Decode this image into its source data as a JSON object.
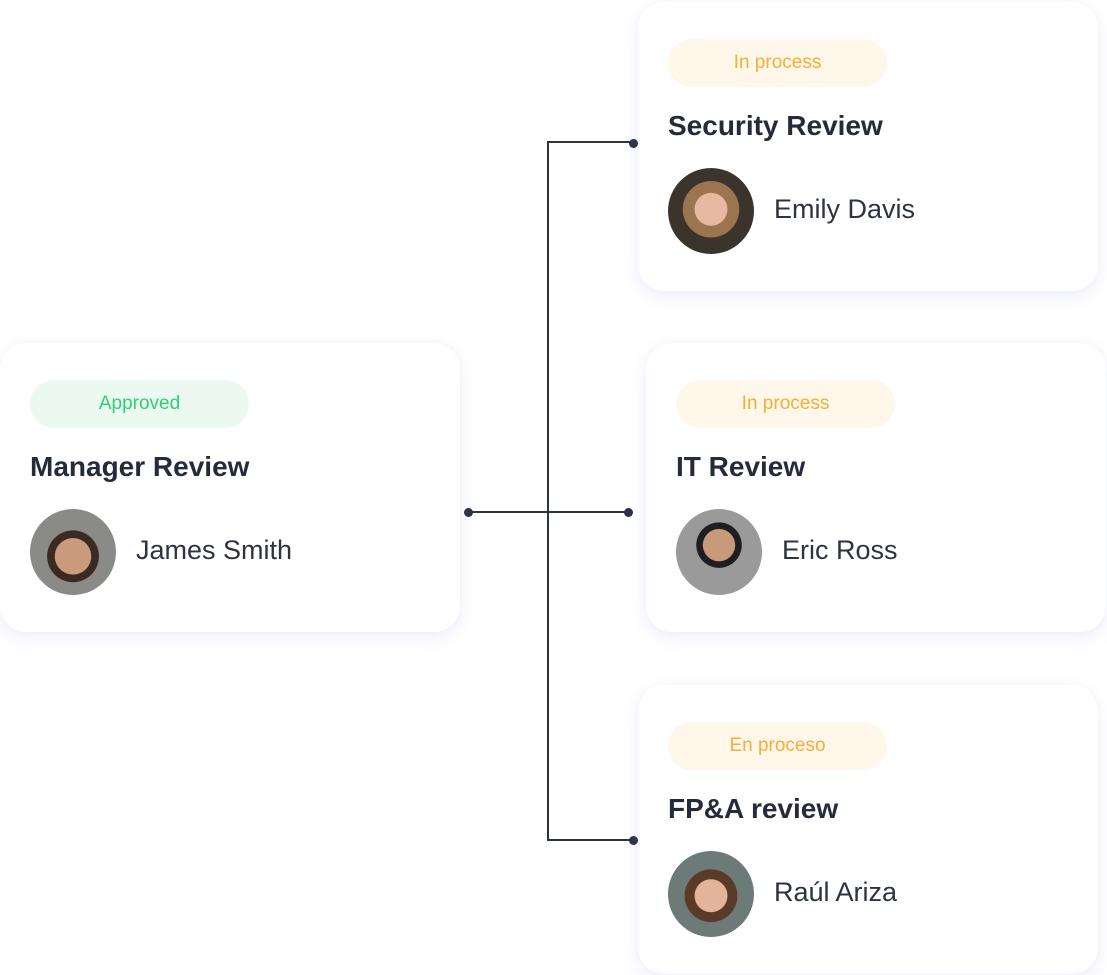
{
  "cards": [
    {
      "status": "Approved",
      "title": "Manager Review",
      "person": "James Smith"
    },
    {
      "status": "In process",
      "title": "Security Review",
      "person": "Emily Davis"
    },
    {
      "status": "In process",
      "title": "IT Review",
      "person": "Eric Ross"
    },
    {
      "status": "En proceso",
      "title": "FP&A review",
      "person": "Raúl Ariza"
    }
  ],
  "colors": {
    "approved": "#2fcf74",
    "in_process": "#f7ae35",
    "line": "#2d3344"
  }
}
